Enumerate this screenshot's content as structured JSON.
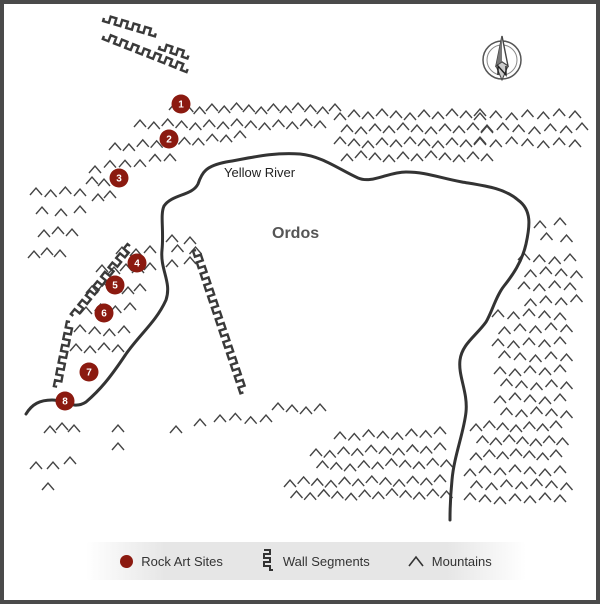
{
  "map": {
    "river_label": "Yellow River",
    "region_label": "Ordos",
    "sites": [
      {
        "label": "1"
      },
      {
        "label": "2"
      },
      {
        "label": "3"
      },
      {
        "label": "4"
      },
      {
        "label": "5"
      },
      {
        "label": "6"
      },
      {
        "label": "7"
      },
      {
        "label": "8"
      }
    ]
  },
  "legend": {
    "rock_art_label": "Rock Art Sites",
    "wall_label": "Wall Segments",
    "mountain_label": "Mountains"
  },
  "colors": {
    "site": "#8b1a10",
    "river": "#333333",
    "wall": "#3a3a3a",
    "mountain": "#444444",
    "legend_band": "#e6e6e6"
  },
  "icons": {
    "compass": "north-arrow-compass-icon",
    "site": "red-circle-icon",
    "wall": "zigzag-wall-icon",
    "mountain": "caret-mountain-icon"
  }
}
